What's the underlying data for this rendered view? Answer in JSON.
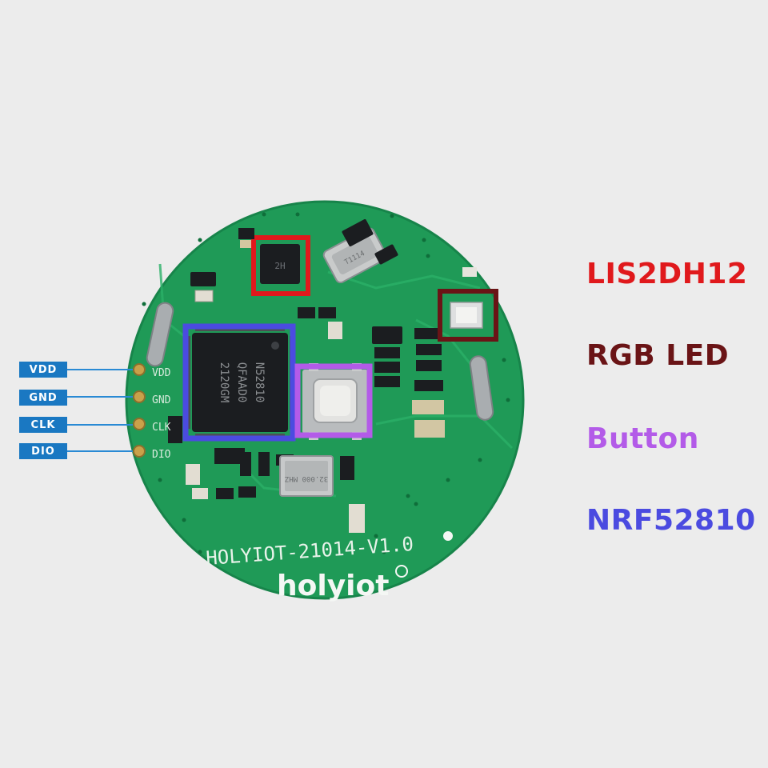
{
  "pins": [
    {
      "label": "VDD"
    },
    {
      "label": "GND"
    },
    {
      "label": "CLK"
    },
    {
      "label": "DIO"
    }
  ],
  "legend": [
    {
      "label": "LIS2DH12",
      "color": "#e0191c"
    },
    {
      "label": "RGB  LED",
      "color": "#6a1416"
    },
    {
      "label": "Button",
      "color": "#b35be8"
    },
    {
      "label": "NRF52810",
      "color": "#4b4be0"
    }
  ],
  "board": {
    "silkscreen": "HOLYIOT-21014-V1.0",
    "logo": "holyiot",
    "chip_marking": [
      "N52810",
      "QFAAD0",
      "2120GM"
    ],
    "crystal_marking": "32.000 MHZ",
    "pad_marks": [
      "VDD",
      "GND",
      "CLK",
      "DIO"
    ]
  },
  "colors": {
    "background": "#ececec",
    "pcb": "#1f9a57",
    "pin_label": "#1a78c2"
  }
}
